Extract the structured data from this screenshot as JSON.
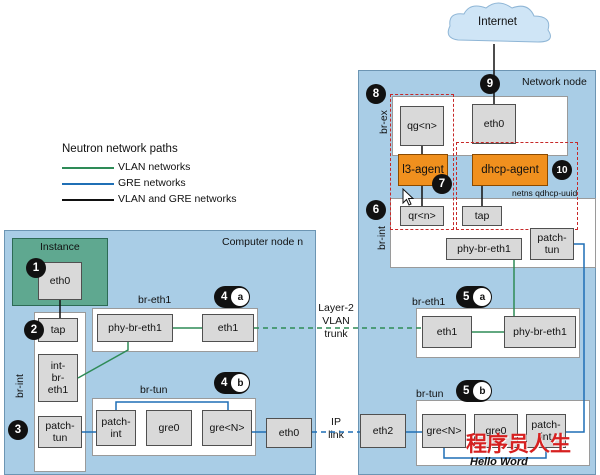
{
  "internet": {
    "label": "Internet"
  },
  "legend": {
    "title": "Neutron network paths",
    "items": [
      {
        "label": "VLAN networks",
        "color": "#2e8b57"
      },
      {
        "label": "GRE networks",
        "color": "#1f6fb5"
      },
      {
        "label": "VLAN and GRE networks",
        "color": "#111111"
      }
    ]
  },
  "compute_node": {
    "title": "Computer node n",
    "instance_label": "Instance",
    "instance_port": "eth0",
    "br_int_label": "br-int",
    "ports": {
      "tap": "tap",
      "int_br_eth1": "int-\nbr-\neth1",
      "patch_tun": "patch-\ntun"
    },
    "br_eth1": {
      "label": "br-eth1",
      "phy": "phy-br-eth1",
      "eth1": "eth1"
    },
    "br_tun": {
      "label": "br-tun",
      "patch_int": "patch-\nint",
      "gre0": "gre0",
      "gre_n": "gre<N>"
    },
    "eth0": "eth0"
  },
  "network_node": {
    "title": "Network node",
    "br_ex_label": "br-ex",
    "qg": "qg<n>",
    "eth0": "eth0",
    "l3_agent": "l3-agent",
    "dhcp_agent": "dhcp-agent",
    "netns": "netns qdhcp-uuid",
    "br_int_label": "br-int",
    "qr": "qr<n>",
    "tap": "tap",
    "phy_br_eth1": "phy-br-eth1",
    "patch_tun": "patch-\ntun",
    "br_eth1": {
      "label": "br-eth1",
      "eth1": "eth1",
      "phy": "phy-br-eth1"
    },
    "br_tun": {
      "label": "br-tun",
      "eth2": "eth2",
      "gre_n": "gre<N>",
      "gre0": "gre0",
      "patch_int": "patch-\nint"
    }
  },
  "links": {
    "layer2": "Layer-2\nVLAN\ntrunk",
    "ip": "IP\nlink"
  },
  "badges": {
    "b1": "1",
    "b2": "2",
    "b3": "3",
    "b4a": "4",
    "b4a_sub": "a",
    "b4b": "4",
    "b4b_sub": "b",
    "b5a": "5",
    "b5a_sub": "a",
    "b5b": "5",
    "b5b_sub": "b",
    "b6": "6",
    "b7": "7",
    "b8": "8",
    "b9": "9",
    "b10": "10"
  },
  "watermark": {
    "line1": "程序员人生",
    "line2": "Hello Word"
  },
  "colors": {
    "vlan": "#2e8b57",
    "gre": "#1f6fb5",
    "both": "#111111",
    "node_bg": "#a9cde6",
    "instance_bg": "#5fa890",
    "agent": "#f0901e",
    "namespace_border": "#c62828"
  }
}
